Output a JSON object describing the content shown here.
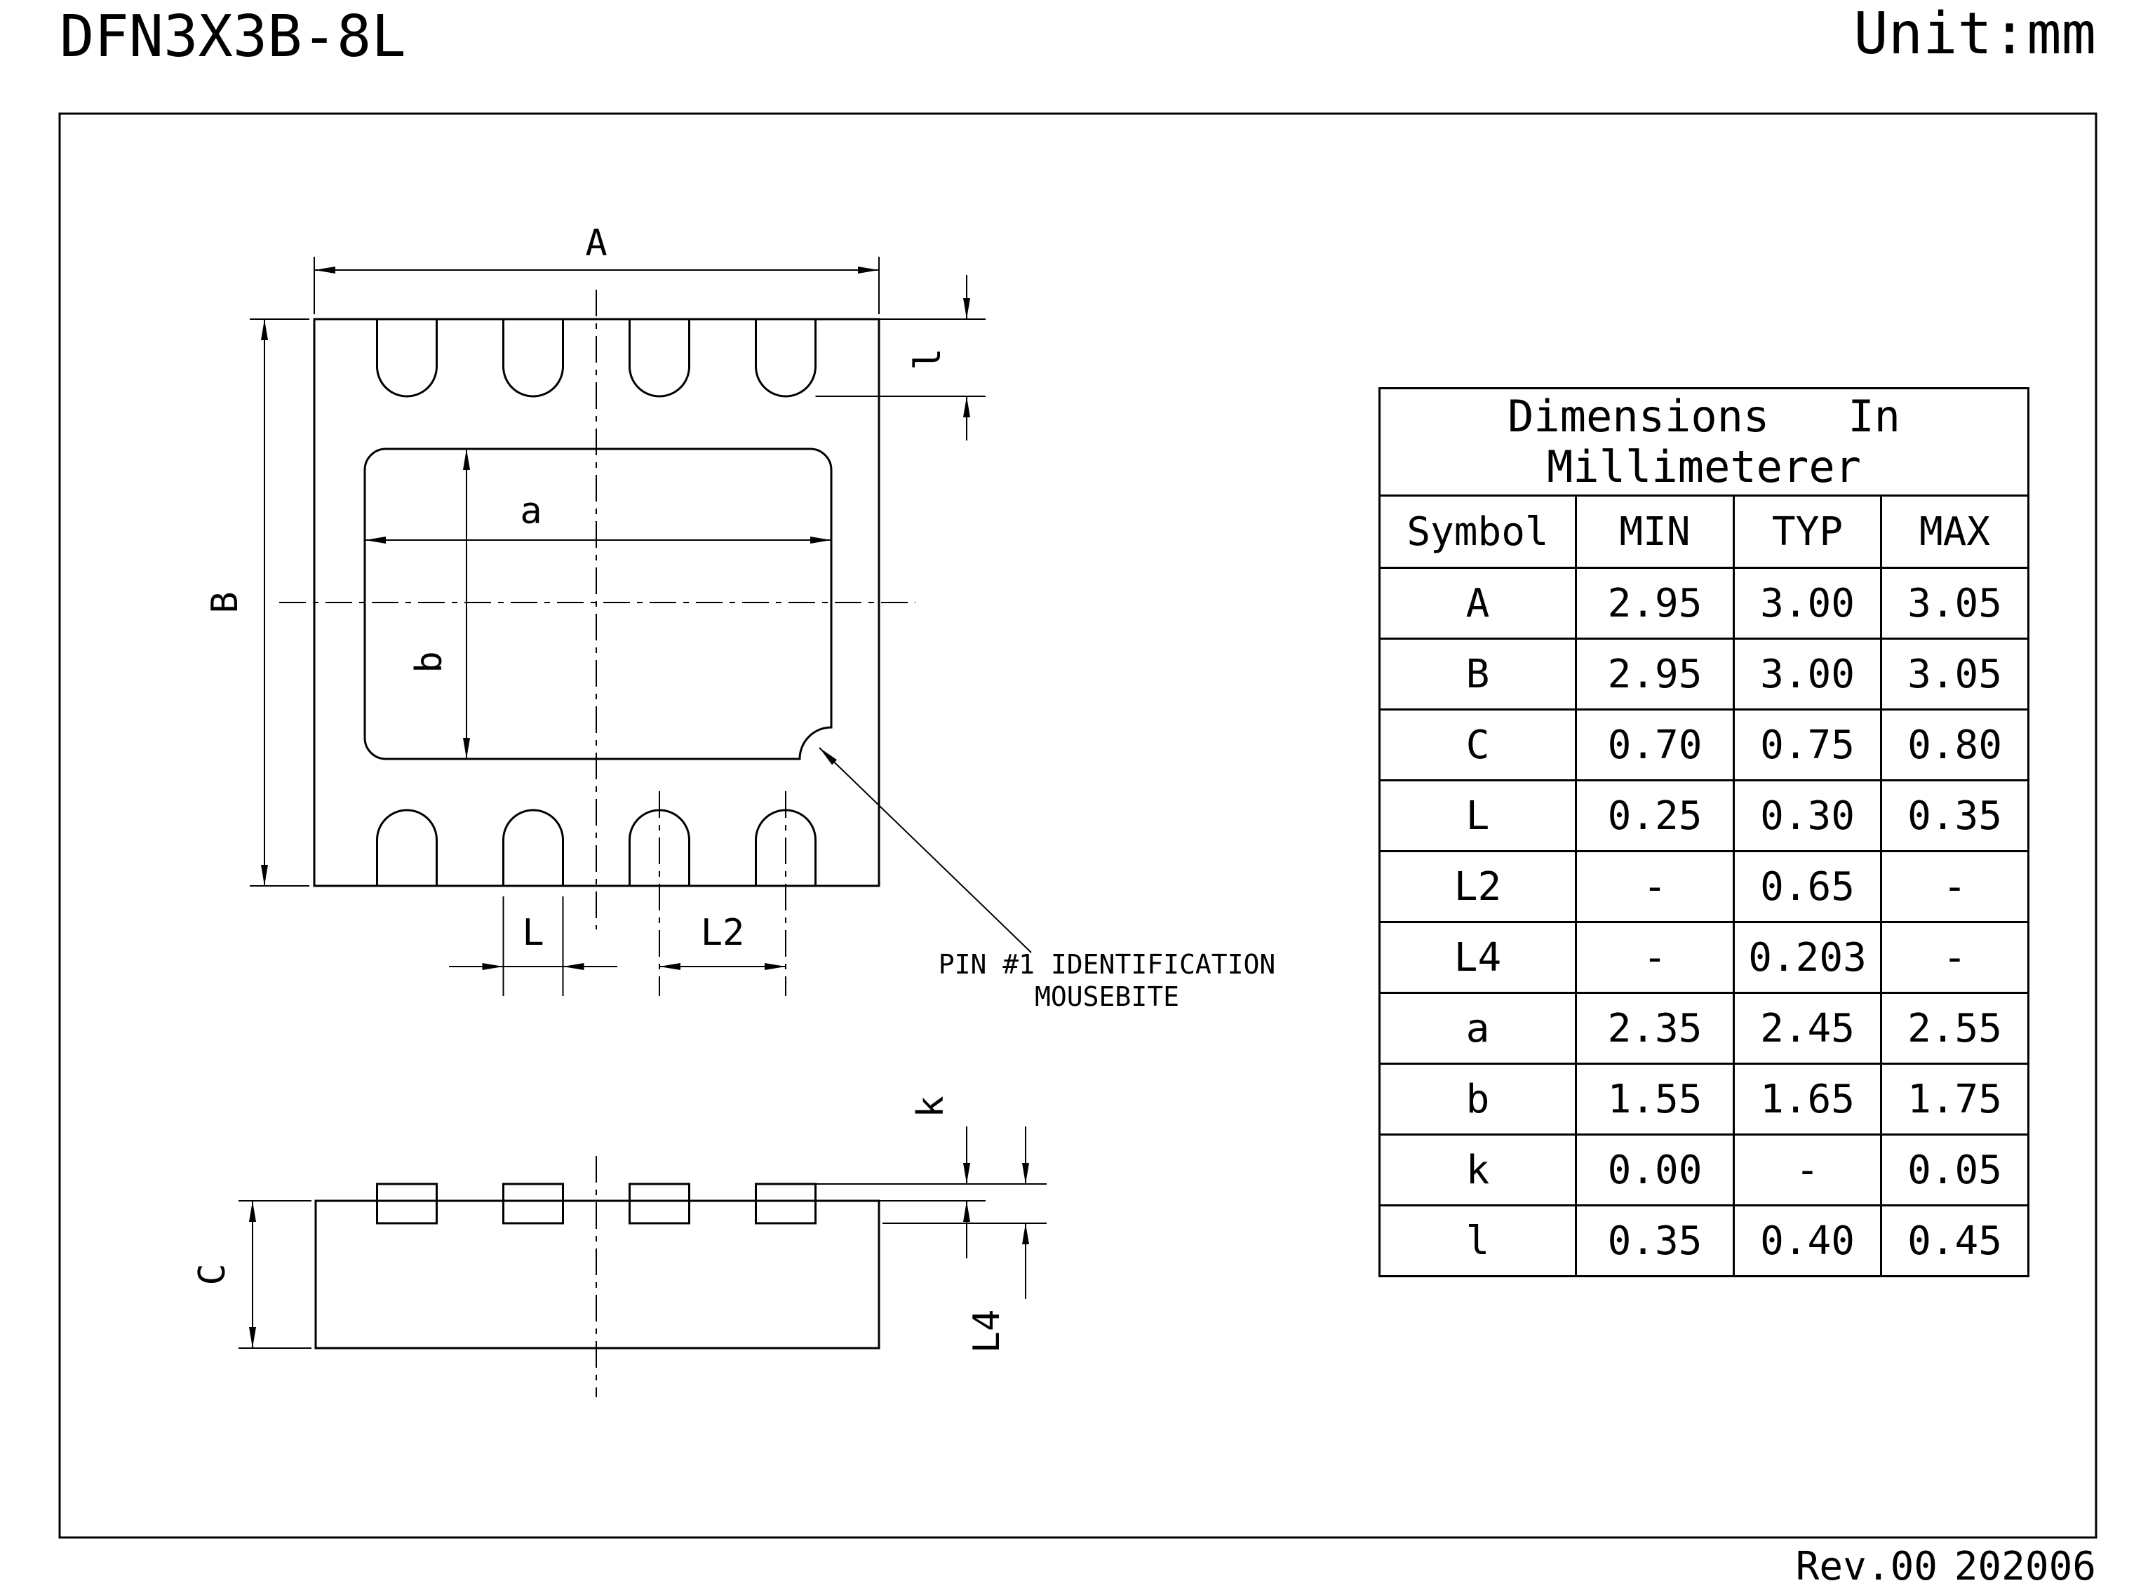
{
  "header": {
    "title": "DFN3X3B-8L",
    "unit": "Unit:mm"
  },
  "footer": {
    "revision": "Rev.00",
    "date": "202006"
  },
  "drawing": {
    "dims": {
      "A": "A",
      "B": "B",
      "a": "a",
      "b": "b",
      "l": "l",
      "L": "L",
      "L2": "L2",
      "C": "C",
      "k": "k",
      "L4": "L4"
    },
    "callout": {
      "line1": "PIN #1 IDENTIFICATION",
      "line2": "MOUSEBITE"
    }
  },
  "table": {
    "title_line1": "Dimensions   In",
    "title_line2": "Millimeterer",
    "columns": [
      "Symbol",
      "MIN",
      "TYP",
      "MAX"
    ],
    "rows": [
      {
        "symbol": "A",
        "min": "2.95",
        "typ": "3.00",
        "max": "3.05"
      },
      {
        "symbol": "B",
        "min": "2.95",
        "typ": "3.00",
        "max": "3.05"
      },
      {
        "symbol": "C",
        "min": "0.70",
        "typ": "0.75",
        "max": "0.80"
      },
      {
        "symbol": "L",
        "min": "0.25",
        "typ": "0.30",
        "max": "0.35"
      },
      {
        "symbol": "L2",
        "min": "-",
        "typ": "0.65",
        "max": "-"
      },
      {
        "symbol": "L4",
        "min": "-",
        "typ": "0.203",
        "max": "-"
      },
      {
        "symbol": "a",
        "min": "2.35",
        "typ": "2.45",
        "max": "2.55"
      },
      {
        "symbol": "b",
        "min": "1.55",
        "typ": "1.65",
        "max": "1.75"
      },
      {
        "symbol": "k",
        "min": "0.00",
        "typ": "-",
        "max": "0.05"
      },
      {
        "symbol": "l",
        "min": "0.35",
        "typ": "0.40",
        "max": "0.45"
      }
    ]
  },
  "colors": {
    "ink": "#000000",
    "paper": "#ffffff"
  }
}
